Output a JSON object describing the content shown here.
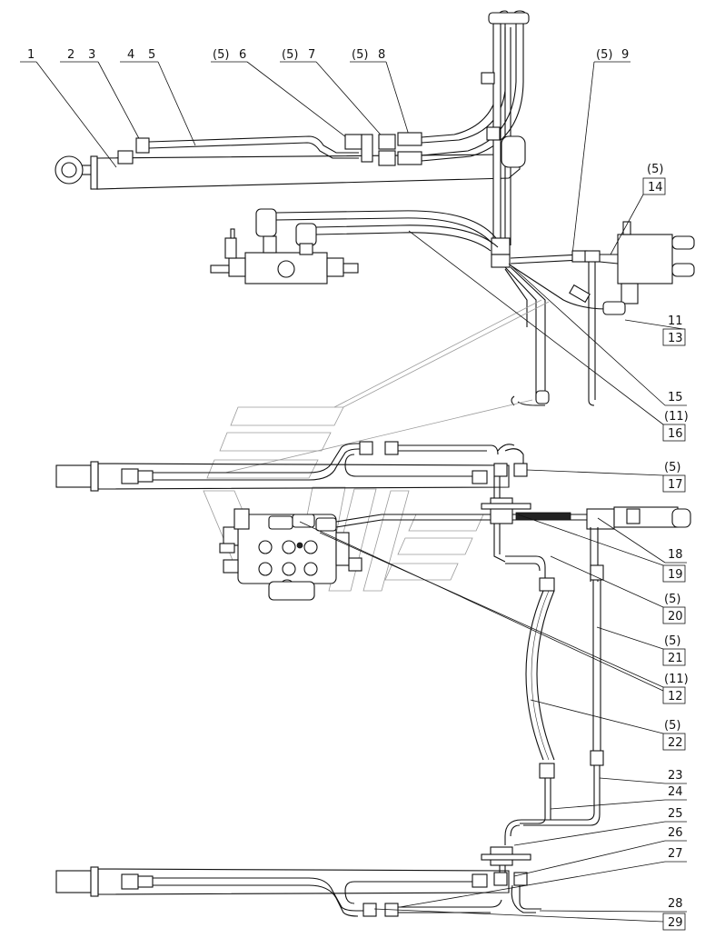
{
  "callouts_top": [
    {
      "id": "c1",
      "text": "1"
    },
    {
      "id": "c2",
      "text": "2"
    },
    {
      "id": "c3",
      "text": "3"
    },
    {
      "id": "c4",
      "text": "4"
    },
    {
      "id": "c5",
      "text": "5"
    },
    {
      "id": "c5a",
      "text": "(5)"
    },
    {
      "id": "c6",
      "text": "6"
    },
    {
      "id": "c5b",
      "text": "(5)"
    },
    {
      "id": "c7",
      "text": "7"
    },
    {
      "id": "c5c",
      "text": "(5)"
    },
    {
      "id": "c8",
      "text": "8"
    },
    {
      "id": "c5d",
      "text": "(5)"
    },
    {
      "id": "c9",
      "text": "9"
    }
  ],
  "callouts_right": [
    {
      "id": "r5a",
      "text": "(5)"
    },
    {
      "id": "r14",
      "text": "14",
      "boxed": true
    },
    {
      "id": "r11",
      "text": "11"
    },
    {
      "id": "r13",
      "text": "13",
      "boxed": true
    },
    {
      "id": "r15",
      "text": "15"
    },
    {
      "id": "r11b",
      "text": "(11)"
    },
    {
      "id": "r16",
      "text": "16",
      "boxed": true
    },
    {
      "id": "r5b",
      "text": "(5)"
    },
    {
      "id": "r17",
      "text": "17",
      "boxed": true
    },
    {
      "id": "r18",
      "text": "18"
    },
    {
      "id": "r19",
      "text": "19",
      "boxed": true
    },
    {
      "id": "r5c",
      "text": "(5)"
    },
    {
      "id": "r20",
      "text": "20",
      "boxed": true
    },
    {
      "id": "r5d",
      "text": "(5)"
    },
    {
      "id": "r21",
      "text": "21",
      "boxed": true
    },
    {
      "id": "r11c",
      "text": "(11)"
    },
    {
      "id": "r12",
      "text": "12",
      "boxed": true
    },
    {
      "id": "r5e",
      "text": "(5)"
    },
    {
      "id": "r22",
      "text": "22",
      "boxed": true
    },
    {
      "id": "r23",
      "text": "23"
    },
    {
      "id": "r24",
      "text": "24"
    },
    {
      "id": "r25",
      "text": "25"
    },
    {
      "id": "r26",
      "text": "26"
    },
    {
      "id": "r27",
      "text": "27"
    },
    {
      "id": "r28",
      "text": "28"
    },
    {
      "id": "r29",
      "text": "29",
      "boxed": true
    }
  ]
}
